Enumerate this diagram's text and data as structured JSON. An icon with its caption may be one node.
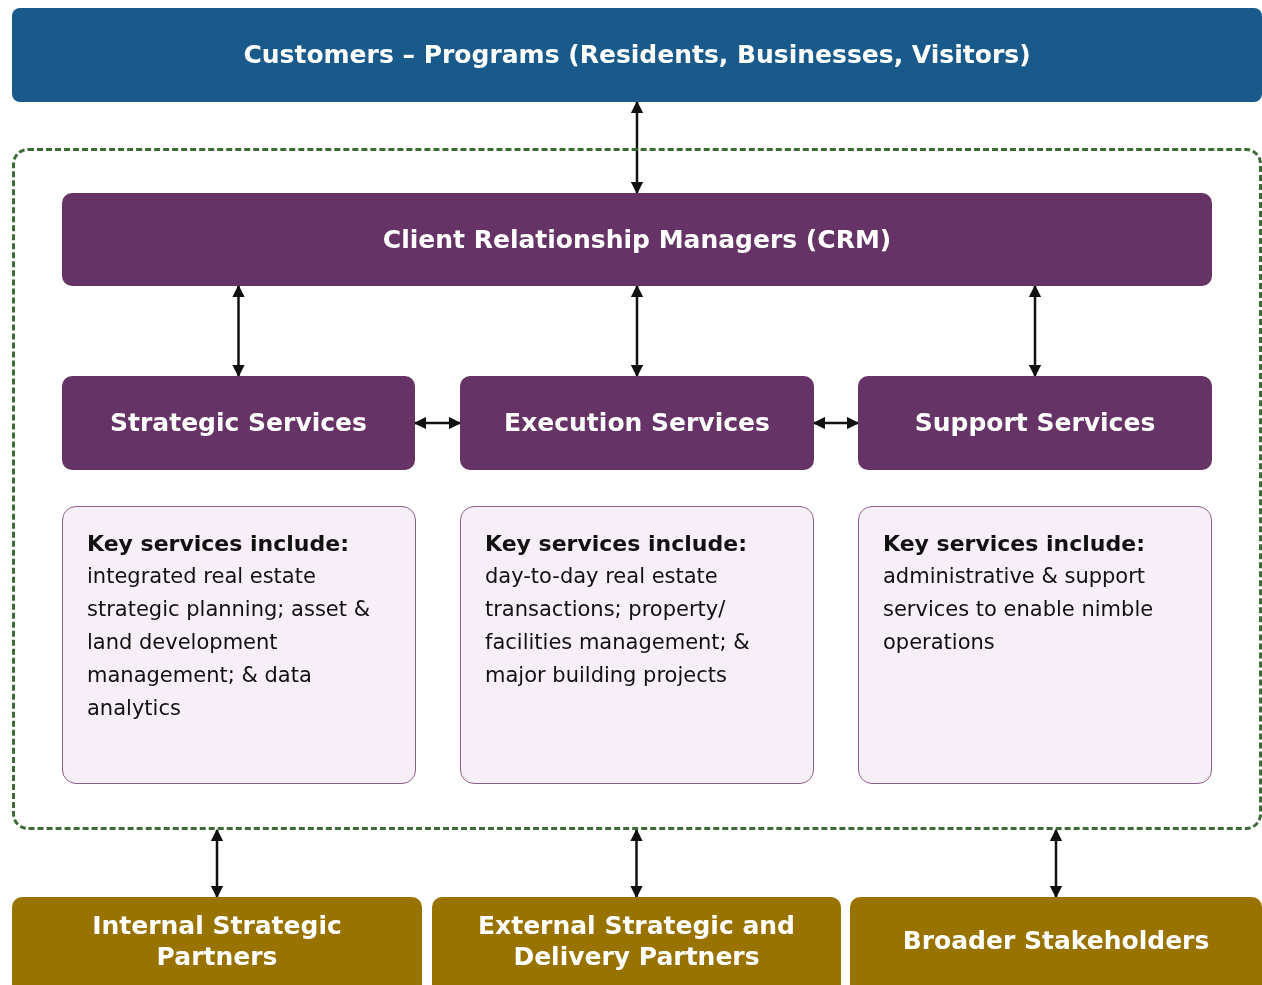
{
  "diagram": {
    "nodes": [
      {
        "text": [
          "Customers – Programs (Residents, Businesses, Visitors)"
        ]
      },
      {
        "text": [],
        "shape": "box"
      },
      {
        "text": [
          "Client Relationship Managers (CRM)"
        ],
        "in": 1
      },
      {
        "text": [
          "Strategic Services"
        ],
        "in": 1
      },
      {
        "text": [
          "Execution Services"
        ],
        "in": 1
      },
      {
        "text": [
          "Support Services"
        ],
        "in": 1
      },
      {
        "text": [
          "Key services include:",
          "integrated real estate strategic planning; asset & land development management; & data analytics"
        ],
        "in": 1
      },
      {
        "text": [
          "Key services include:",
          "day-to-day real estate transactions; property/ facilities management; & major building projects"
        ],
        "in": 1
      },
      {
        "text": [
          "Key services include:",
          "administrative & support services to enable nimble operations"
        ],
        "in": 1
      },
      {
        "text": [
          "Internal Strategic Partners"
        ]
      },
      {
        "text": [
          "External Strategic and Delivery Partners"
        ]
      },
      {
        "text": [
          "Broader Stakeholders"
        ]
      }
    ],
    "edges": [
      {
        "from": 0,
        "to": 2,
        "arrow": "both"
      },
      {
        "from": 2,
        "to": 3,
        "arrow": "both"
      },
      {
        "from": 2,
        "to": 4,
        "arrow": "both"
      },
      {
        "from": 2,
        "to": 5,
        "arrow": "both"
      },
      {
        "from": 3,
        "to": 4,
        "arrow": "both"
      },
      {
        "from": 4,
        "to": 5,
        "arrow": "both"
      },
      {
        "from": 1,
        "to": 9,
        "arrow": "both"
      },
      {
        "from": 1,
        "to": 10,
        "arrow": "both"
      },
      {
        "from": 1,
        "to": 11,
        "arrow": "both"
      }
    ]
  }
}
